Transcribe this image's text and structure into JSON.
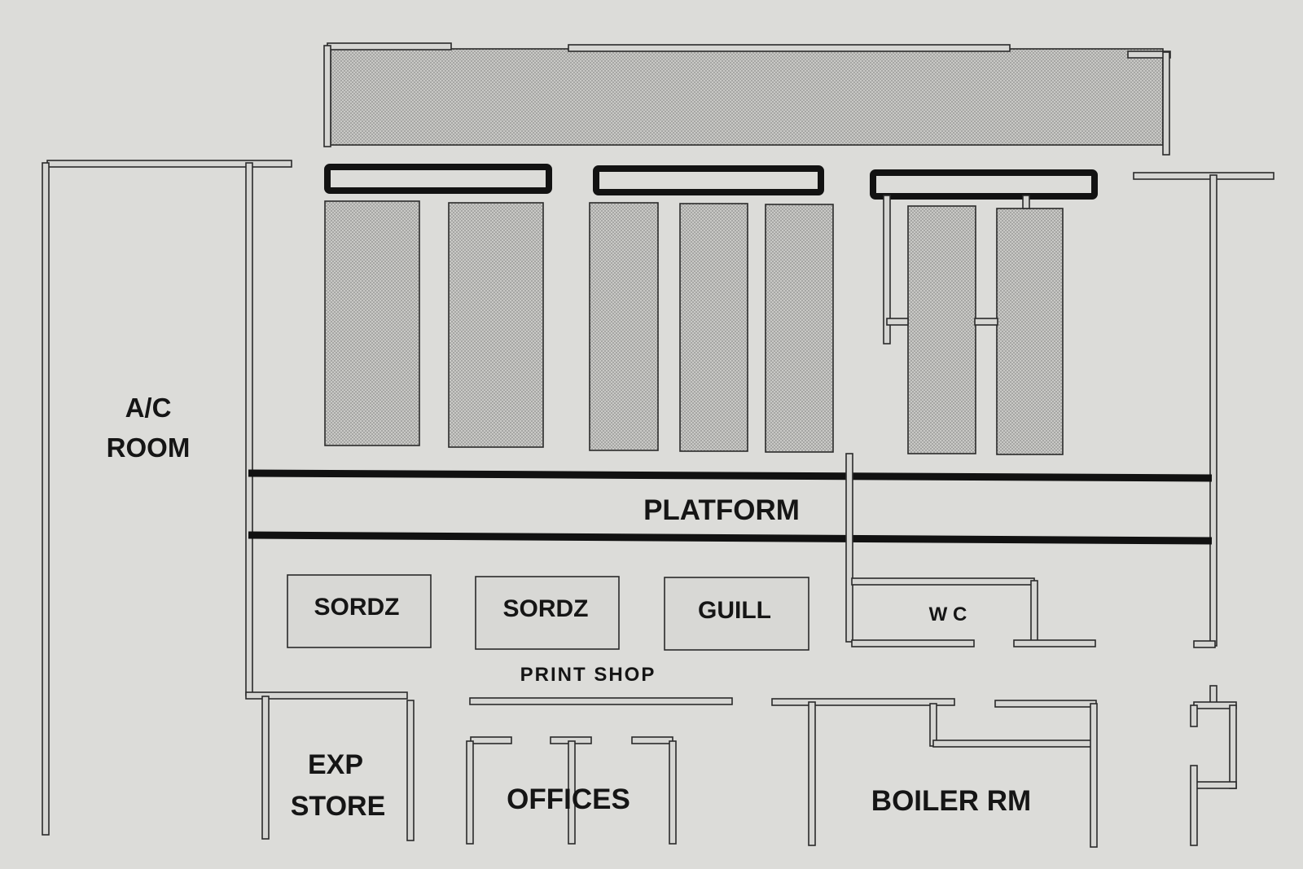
{
  "labels": {
    "ac_room_line1": "A/C",
    "ac_room_line2": "ROOM",
    "platform": "PLATFORM",
    "machine_1": "SORDZ",
    "machine_2": "SORDZ",
    "machine_3": "GUILL",
    "wc": "W C",
    "print_shop": "PRINT SHOP",
    "exp_store_line1": "EXP",
    "exp_store_line2": "STORE",
    "offices": "OFFICES",
    "boiler_rm": "BOILER RM"
  },
  "colors": {
    "paper": "#dcdcd9",
    "ink": "#151515",
    "shading": "#b9b9b6"
  }
}
